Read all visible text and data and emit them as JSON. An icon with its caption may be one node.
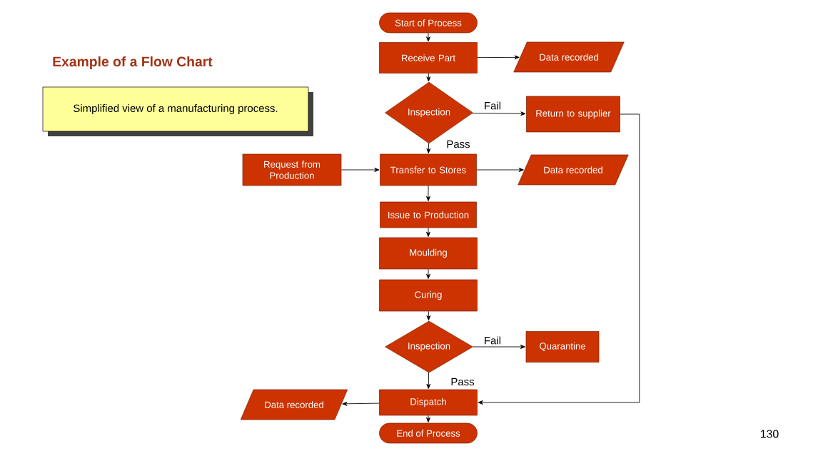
{
  "diagram": {
    "title": "Example of a Flow Chart",
    "nodes": [
      {
        "text": [
          "Start of Process"
        ]
      },
      {
        "text": [
          "Receive Part"
        ]
      },
      {
        "text": [
          "Data recorded"
        ]
      },
      {
        "text": [
          "Inspection"
        ]
      },
      {
        "text": [
          "Return to supplier"
        ]
      },
      {
        "text": [
          "Request from Production"
        ]
      },
      {
        "text": [
          "Transfer to Stores"
        ]
      },
      {
        "text": [
          "Data recorded"
        ]
      },
      {
        "text": [
          "Issue to Production"
        ]
      },
      {
        "text": [
          "Moulding"
        ]
      },
      {
        "text": [
          "Curing"
        ]
      },
      {
        "text": [
          "Inspection"
        ]
      },
      {
        "text": [
          "Quarantine"
        ]
      },
      {
        "text": [
          "Data recorded"
        ]
      },
      {
        "text": [
          "Dispatch"
        ]
      },
      {
        "text": [
          "End of Process"
        ]
      },
      {
        "text": [
          "Simplified view of a manufacturing process."
        ]
      }
    ],
    "edges": [
      {
        "from": 0,
        "to": 1,
        "arrow": "to"
      },
      {
        "from": 1,
        "to": 2,
        "arrow": "to"
      },
      {
        "from": 1,
        "to": 3,
        "arrow": "to"
      },
      {
        "from": 3,
        "to": 4,
        "arrow": "to",
        "label": "Fail"
      },
      {
        "from": 3,
        "to": 6,
        "arrow": "to",
        "label": "Pass"
      },
      {
        "from": 4,
        "to": 14,
        "arrow": "to"
      },
      {
        "from": 5,
        "to": 6,
        "arrow": "to"
      },
      {
        "from": 6,
        "to": 7,
        "arrow": "to"
      },
      {
        "from": 6,
        "to": 8,
        "arrow": "to"
      },
      {
        "from": 8,
        "to": 9,
        "arrow": "to"
      },
      {
        "from": 9,
        "to": 10,
        "arrow": "to"
      },
      {
        "from": 10,
        "to": 11,
        "arrow": "to"
      },
      {
        "from": 11,
        "to": 12,
        "arrow": "to",
        "label": "Fail"
      },
      {
        "from": 11,
        "to": 14,
        "arrow": "to",
        "label": "Pass"
      },
      {
        "from": 14,
        "to": 13,
        "arrow": "to"
      },
      {
        "from": 14,
        "to": 15,
        "arrow": "to"
      }
    ],
    "labels": [
      "130"
    ]
  }
}
